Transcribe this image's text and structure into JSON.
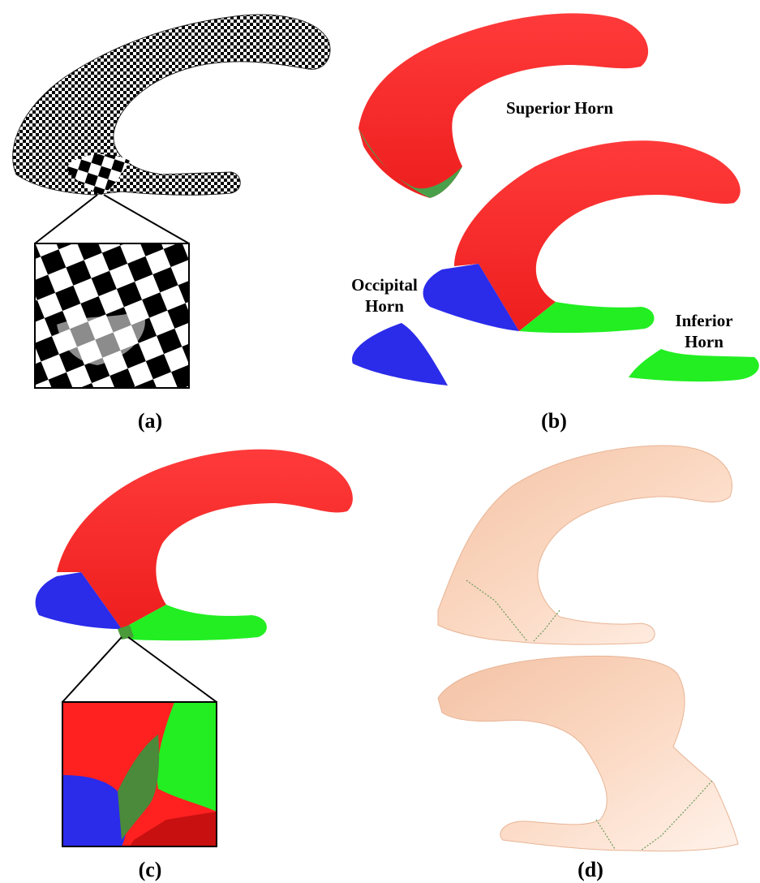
{
  "panels": {
    "a": {
      "label": "(a)"
    },
    "b": {
      "label": "(b)",
      "superior_horn": "Superior Horn",
      "occipital_horn": [
        "Occipital",
        "Horn"
      ],
      "inferior_horn": [
        "Inferior",
        "Horn"
      ]
    },
    "c": {
      "label": "(c)"
    },
    "d": {
      "label": "(d)"
    }
  },
  "colors": {
    "superior": "#ff2a2a",
    "occipital": "#2b2bea",
    "inferior": "#22ee22",
    "boundary": "#4a9a3a",
    "skin": "#f8cdb0",
    "skin_shadow": "#e9b597"
  }
}
